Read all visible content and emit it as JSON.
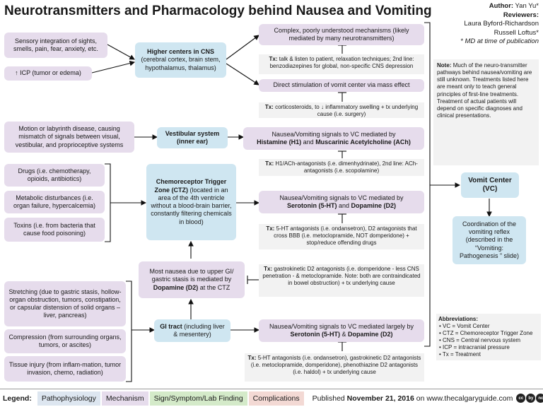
{
  "title": "Neurotransmitters and Pharmacology behind Nausea and Vomiting",
  "credits": {
    "author_label": "Author:",
    "author": "Yan Yu*",
    "reviewers_label": "Reviewers:",
    "reviewer1": "Laura Byford-Richardson",
    "reviewer2": "Russell Loftus*",
    "footnote": "* MD at time of publication"
  },
  "left": {
    "sensory": "Sensory integration of sights, smells, pain, fear, anxiety, etc.",
    "icp": "↑ ICP (tumor or edema)",
    "motion": "Motion or labyrinth disease, causing mismatch of signals between visual, vestibular, and proprioceptive systems",
    "drugs": "Drugs (i.e. chemotherapy, opioids, antibiotics)",
    "metabolic": "Metabolic disturbances (i.e. organ failure, hypercalcemia)",
    "toxins": "Toxins (i.e. from bacteria that cause food poisoning)",
    "stretching": "Stretching  (due to gastric stasis, hollow-organ obstruction, tumors, constipation, or capsular distension of solid organs – liver, pancreas)",
    "compression": "Compression (from surrounding organs, tumors, or ascites)",
    "tissue": "Tissue injury (from inflam-mation, tumor invasion, chemo, radiation)"
  },
  "middle": {
    "cns_title": "Higher centers in CNS",
    "cns_sub": "(cerebral cortex, brain stem, hypothalamus, thalamus)",
    "vestibular": "Vestibular system (inner ear)",
    "ctz_title": "Chemoreceptor Trigger Zone (CTZ)",
    "ctz_rest": "(located in an area of the 4th ventricle without a blood-brain barrier, constantly filtering chemicals in blood)",
    "gastric_a": "Most nausea due to upper GI/ gastric stasis is mediated by",
    "gastric_b": "Dopamine (D2)",
    "gastric_c": "at the CTZ",
    "gi_title": "GI tract",
    "gi_rest": "(including liver & mesentery)"
  },
  "right": {
    "complex": "Complex, poorly understood mechanisms (likely mediated by many neurotransmitters)",
    "tx1_label": "Tx:",
    "tx1": "talk & listen to patient, relaxation techniques; 2nd line: benzodiazepines for global, non-specific CNS depression",
    "direct": "Direct stimulation of vomit center via mass effect",
    "tx2_label": "Tx:",
    "tx2": "corticosteroids, to ↓ inflammatory swelling + tx underlying cause (i.e. surgery)",
    "vest_a": "Nausea/Vomiting signals to VC mediated by",
    "vest_b": "Histamine (H1)",
    "vest_c": "and",
    "vest_d": "Muscarinic Acetylcholine (ACh)",
    "tx3_label": "Tx:",
    "tx3": "H1/ACh-antagonists (i.e. dimenhydrinate), 2nd line: ACh-antagonists (i.e. scopolamine)",
    "ctz_a": "Nausea/Vomiting signals to VC mediated by",
    "ctz_b": "Serotonin (5-HT)",
    "ctz_c": "and",
    "ctz_d": "Dopamine (D2)",
    "tx4_label": "Tx:",
    "tx4": "5-HT antagonists (i.e. ondansetron), D2 antagonists that cross BBB (i.e. metoclopramide, NOT domperidone) + stop/reduce offending drugs",
    "tx5_label": "Tx:",
    "tx5": "gastrokinetic D2 antagonists (i.e. domperidone - less CNS penetration - & metoclopramide. Note: both are contraindicated in bowel obstruction) + tx underlying cause",
    "gi_a": "Nausea/Vomiting signals to VC mediated largely by",
    "gi_b": "Serotonin (5-HT)",
    "gi_c": "&",
    "gi_d": "Dopamine (D2)",
    "tx6_label": "Tx:",
    "tx6": "5-HT antagonists (i.e. ondansetron), gastrokinetic D2 antagonists (i.e. metoclopramide, domperidone), phenothiazine D2 antagonists (i.e. haldol) + tx underlying cause"
  },
  "note": {
    "label": "Note:",
    "text": "Much of the neuro-transmitter pathways behind nausea/vomiting are still unknown. Treatments listed here are meant only to teach general principles of first-line treatments. Treatment of actual patients will depend on specific diagnoses and clinical presentations."
  },
  "vomit_center": "Vomit Center (VC)",
  "coordination": "Coordination of the vomiting reflex (described in the “Vomiting: Pathogenesis ” slide)",
  "abbreviations": {
    "title": "Abbreviations",
    "items": [
      "VC = Vomit Center",
      "CTZ = Chemoreceptor Trigger Zone",
      "CNS = Central nervous system",
      "ICP = intracranial pressure",
      "Tx = Treatment"
    ]
  },
  "legend": {
    "label": "Legend:",
    "items": [
      "Pathophysiology",
      "Mechanism",
      "Sign/Symptom/Lab Finding",
      "Complications"
    ],
    "published_prefix": "Published",
    "published_date": "November 21, 2016",
    "published_suffix": "on www.thecalgaryguide.com"
  },
  "colors": {
    "pathophysiology": "#dde6f0",
    "mechanism": "#e6dcec",
    "sign": "#d4eac9",
    "complications": "#f3d9d4",
    "central": "#cfe6f1"
  }
}
